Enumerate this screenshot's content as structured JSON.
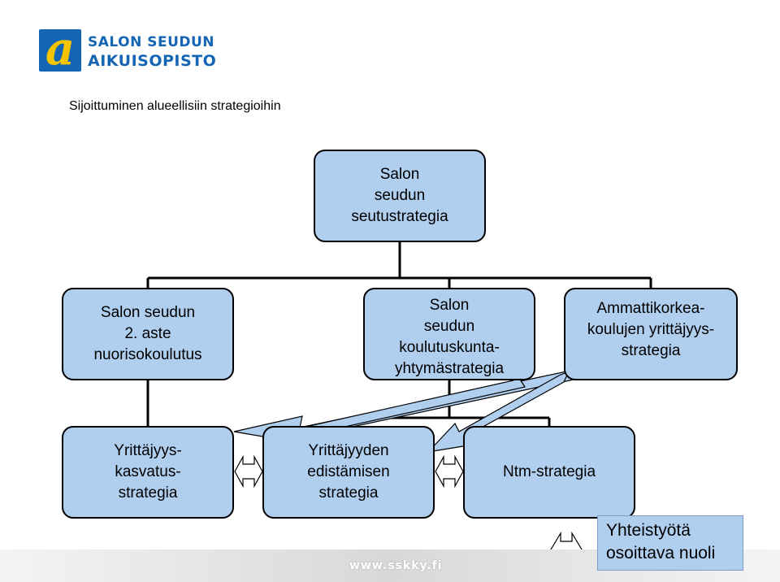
{
  "logo": {
    "mark": "a",
    "line1": "SALON SEUDUN",
    "line2": "AIKUISOPISTO"
  },
  "heading": "Sijoittuminen alueellisiin strategioihin",
  "nodes": {
    "top": "Salon\nseudun\nseutustrategia",
    "level2_left": "Salon seudun\n2. aste\nnuorisokoulutus",
    "level2_mid": "Salon\nseudun\nkoulutuskunta-\nyhtymästrategia",
    "level2_right": "Ammattikorkea-\nkoulujen yrittäjyys-\nstrategia",
    "bottom_left": "Yrittäjyys-\nkasvatus-\nstrategia",
    "bottom_mid": "Yrittäjyyden\nedistämisen\nstrategia",
    "bottom_right": "Ntm-strategia"
  },
  "legend": {
    "label": "Yhteistyötä\nosoittava nuoli"
  },
  "footer": {
    "url": "www.sskky.fi"
  },
  "colors": {
    "box_fill": "#b0ceee",
    "box_border": "#000000",
    "arrow_fill": "#b0ceee",
    "logo_blue": "#1565b5",
    "logo_yellow": "#f5c400"
  }
}
